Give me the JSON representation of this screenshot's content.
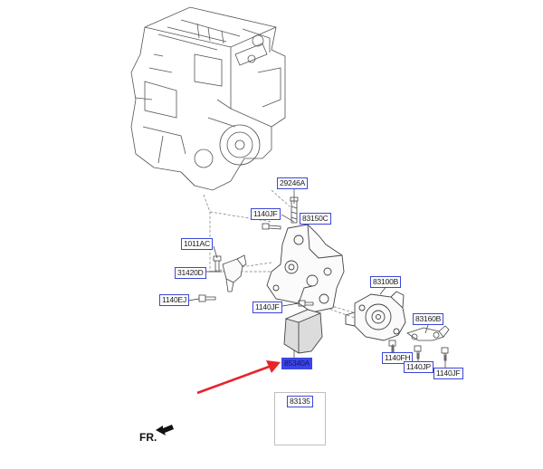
{
  "callouts": {
    "c29246A": "29246A",
    "c1140JF_a": "1140JF",
    "c83150C": "83150C",
    "c1011AC": "1011AC",
    "c31420D": "31420D",
    "c1140EJ": "1140EJ",
    "c1140JF_b": "1140JF",
    "c83100B": "83100B",
    "c83160B": "83160B",
    "c85340A": "85340A",
    "c1140FH": "1140FH",
    "c1140JP": "1140JP",
    "c1140JF_c": "1140JF",
    "c83135": "83135"
  },
  "direction_label": "FR.",
  "colors": {
    "callout_border": "#3a46d8",
    "callout_highlight": "#3b44f0",
    "arrow": "#e8232a",
    "line_art": "#555555"
  },
  "icons": {
    "engine": "engine-block-drawing",
    "pump": "vacuum-pump-drawing",
    "arrow": "red-pointer-arrow",
    "fr": "front-direction-arrow"
  }
}
